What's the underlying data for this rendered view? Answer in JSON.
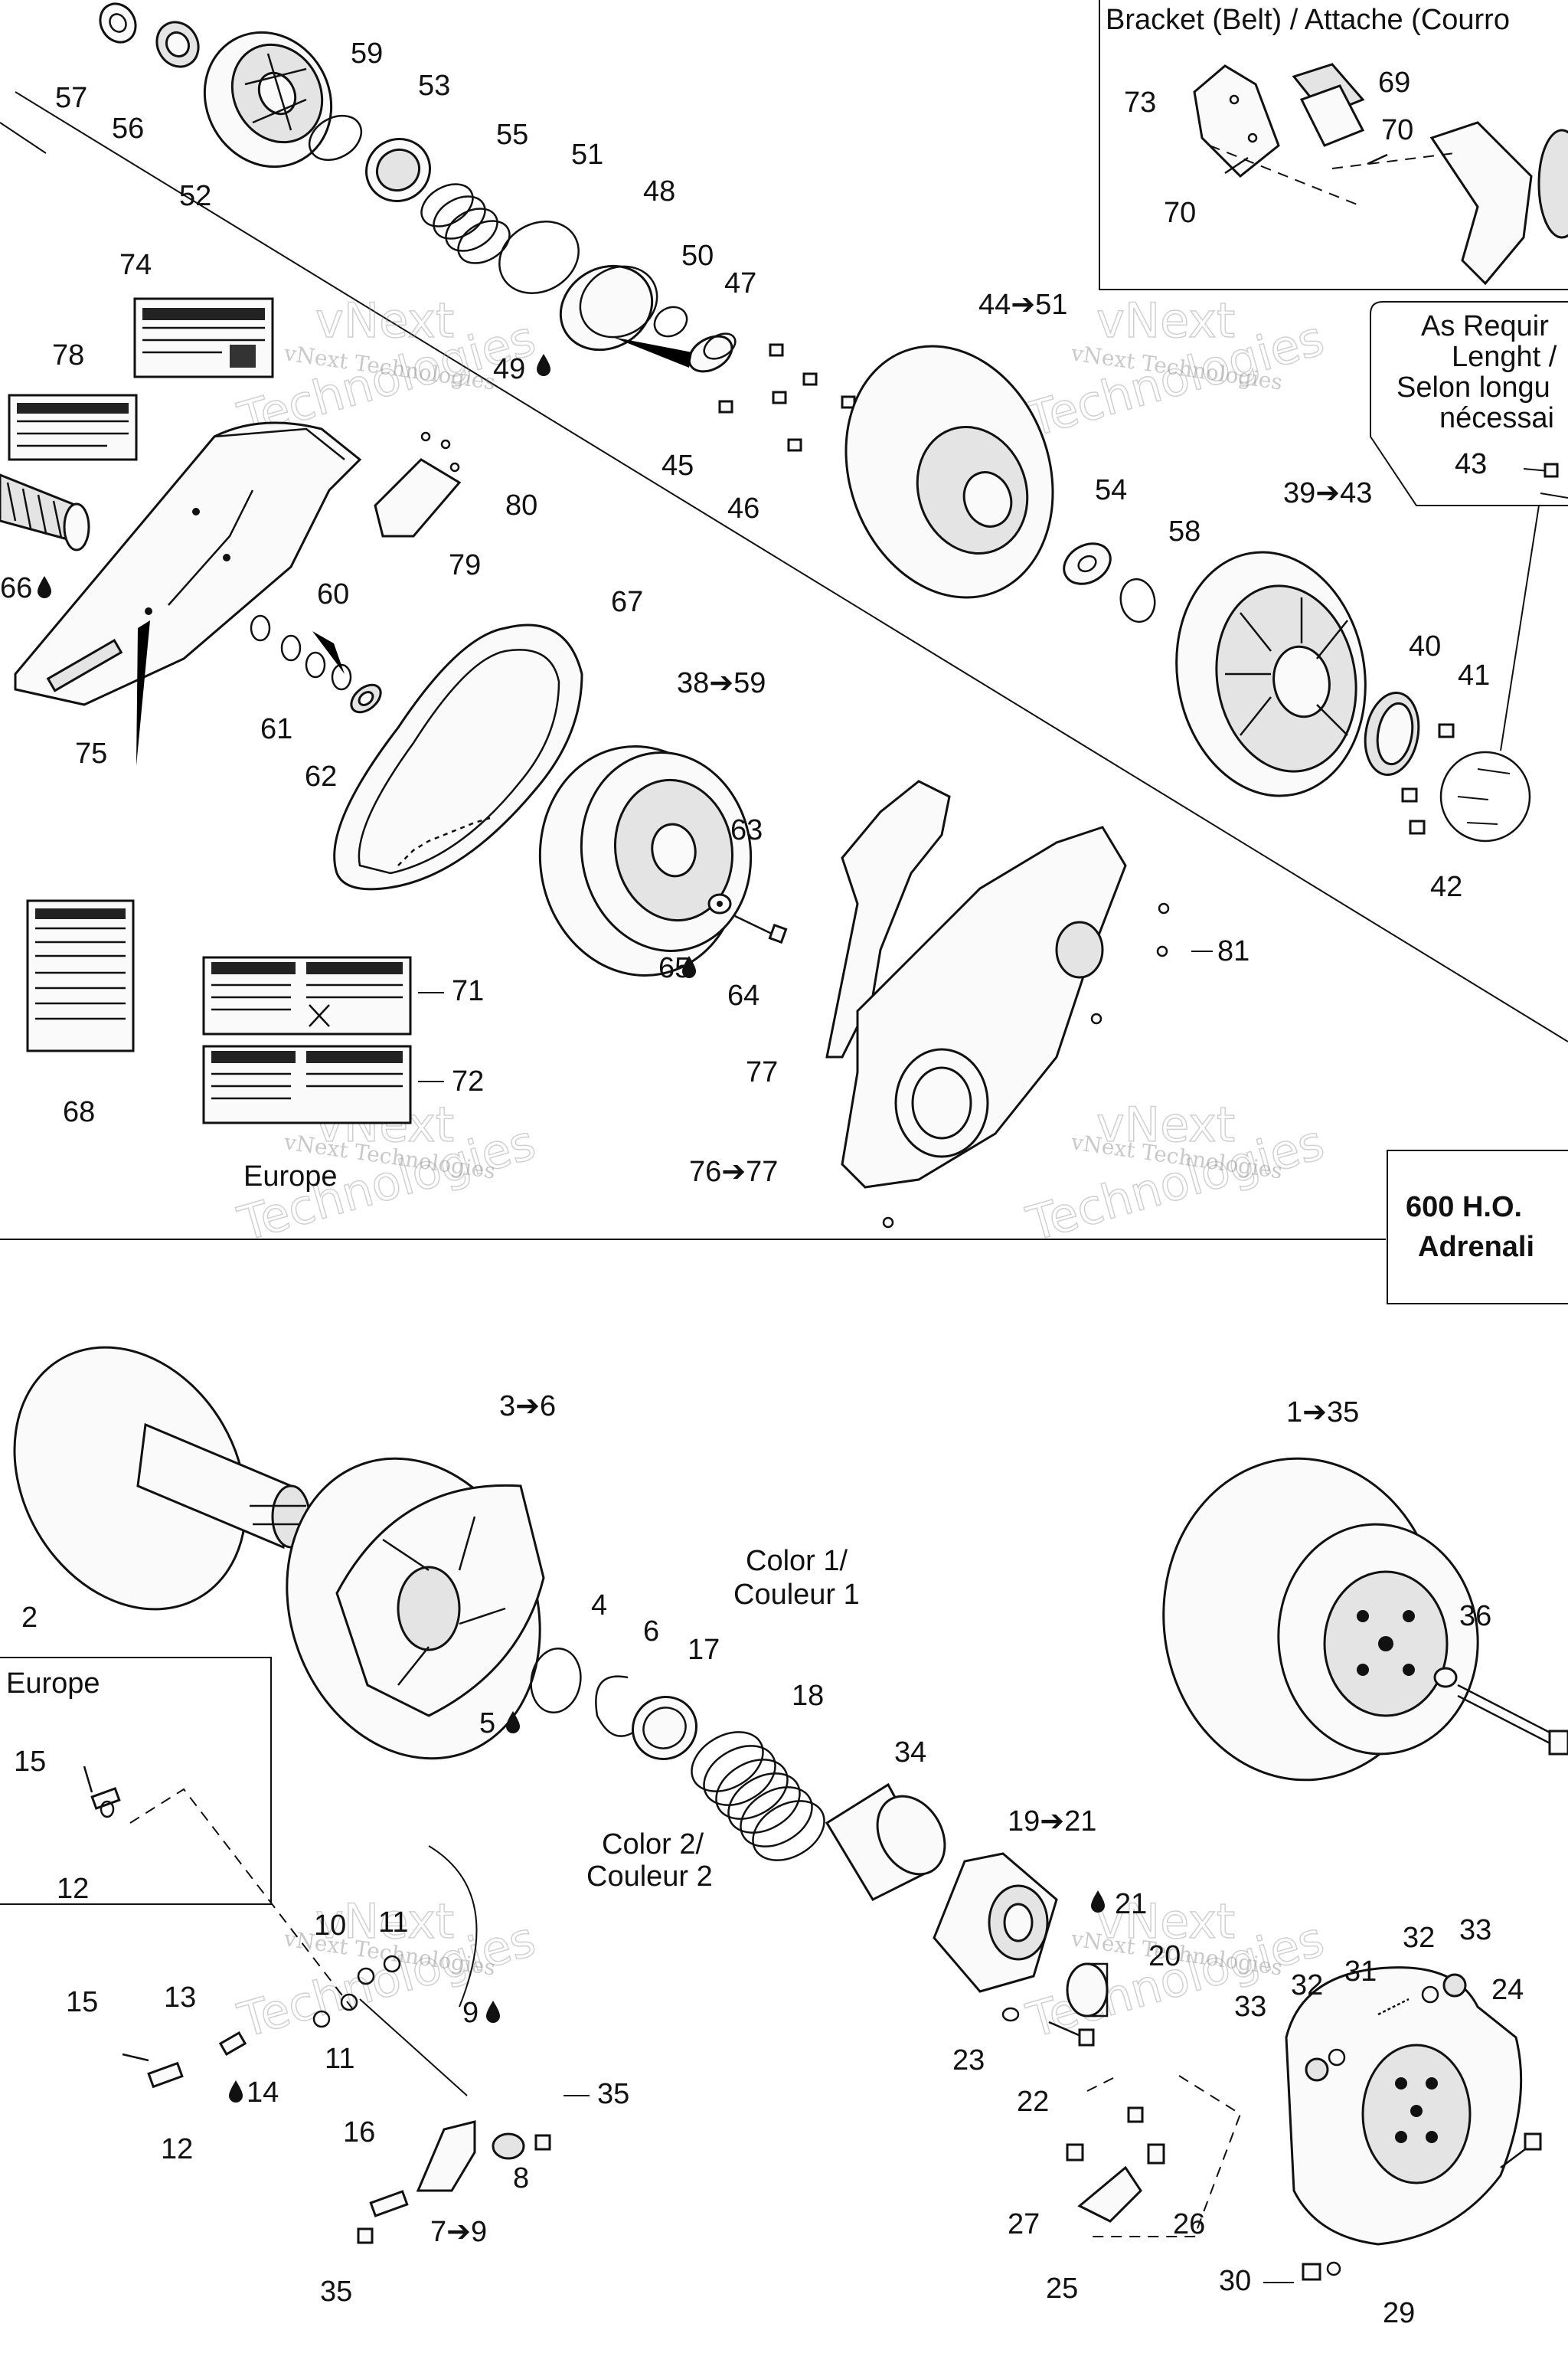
{
  "boxes": {
    "bracket_title": "Bracket (Belt) / Attache (Courro",
    "as_required": [
      "As Requir",
      "Lenght /",
      "Selon longu",
      "nécessai"
    ],
    "engine": [
      "600 H.O.",
      "Adrenali"
    ],
    "europe_top": "Europe",
    "europe_box": "Europe",
    "color1": [
      "Color 1/",
      "Couleur 1"
    ],
    "color2": [
      "Color 2/",
      "Couleur 2"
    ]
  },
  "watermark": {
    "small": "vNext Technologies",
    "big1": "vNext",
    "big2": "Technologies"
  },
  "callouts": {
    "c57": "57",
    "c56": "56",
    "c52": "52",
    "c59": "59",
    "c53": "53",
    "c55": "55",
    "c51": "51",
    "c48": "48",
    "c50": "50",
    "c47": "47",
    "c49": "49",
    "c45": "45",
    "c46": "46",
    "c44_51": "44➔51",
    "c54": "54",
    "c58": "58",
    "c39_43": "39➔43",
    "c40": "40",
    "c41": "41",
    "c42": "42",
    "c43": "43",
    "c73": "73",
    "c69": "69",
    "c70a": "70",
    "c70b": "70",
    "c74": "74",
    "c78": "78",
    "c66": "66",
    "c75": "75",
    "c79": "79",
    "c80": "80",
    "c60": "60",
    "c61": "61",
    "c62": "62",
    "c67": "67",
    "c38_59": "38➔59",
    "c63": "63",
    "c65": "65",
    "c64": "64",
    "c81": "81",
    "c77": "77",
    "c76_77": "76➔77",
    "c71": "71",
    "c72": "72",
    "c68": "68",
    "c2": "2",
    "c3_6": "3➔6",
    "c4": "4",
    "c5": "5",
    "c6": "6",
    "c17": "17",
    "c18": "18",
    "c34": "34",
    "c1_35": "1➔35",
    "c36": "36",
    "c19_21": "19➔21",
    "c21": "21",
    "c20": "20",
    "c22": "22",
    "c23": "23",
    "c24": "24",
    "c31": "31",
    "c32a": "32",
    "c32b": "32",
    "c33a": "33",
    "c33b": "33",
    "c15a": "15",
    "c12a": "12",
    "c10": "10",
    "c11a": "11",
    "c11b": "11",
    "c13": "13",
    "c15b": "15",
    "c12b": "12",
    "c14": "14",
    "c9": "9",
    "c35a": "35",
    "c16": "16",
    "c8": "8",
    "c7_9": "7➔9",
    "c35b": "35",
    "c27": "27",
    "c26": "26",
    "c25": "25",
    "c30": "30",
    "c29": "29"
  }
}
